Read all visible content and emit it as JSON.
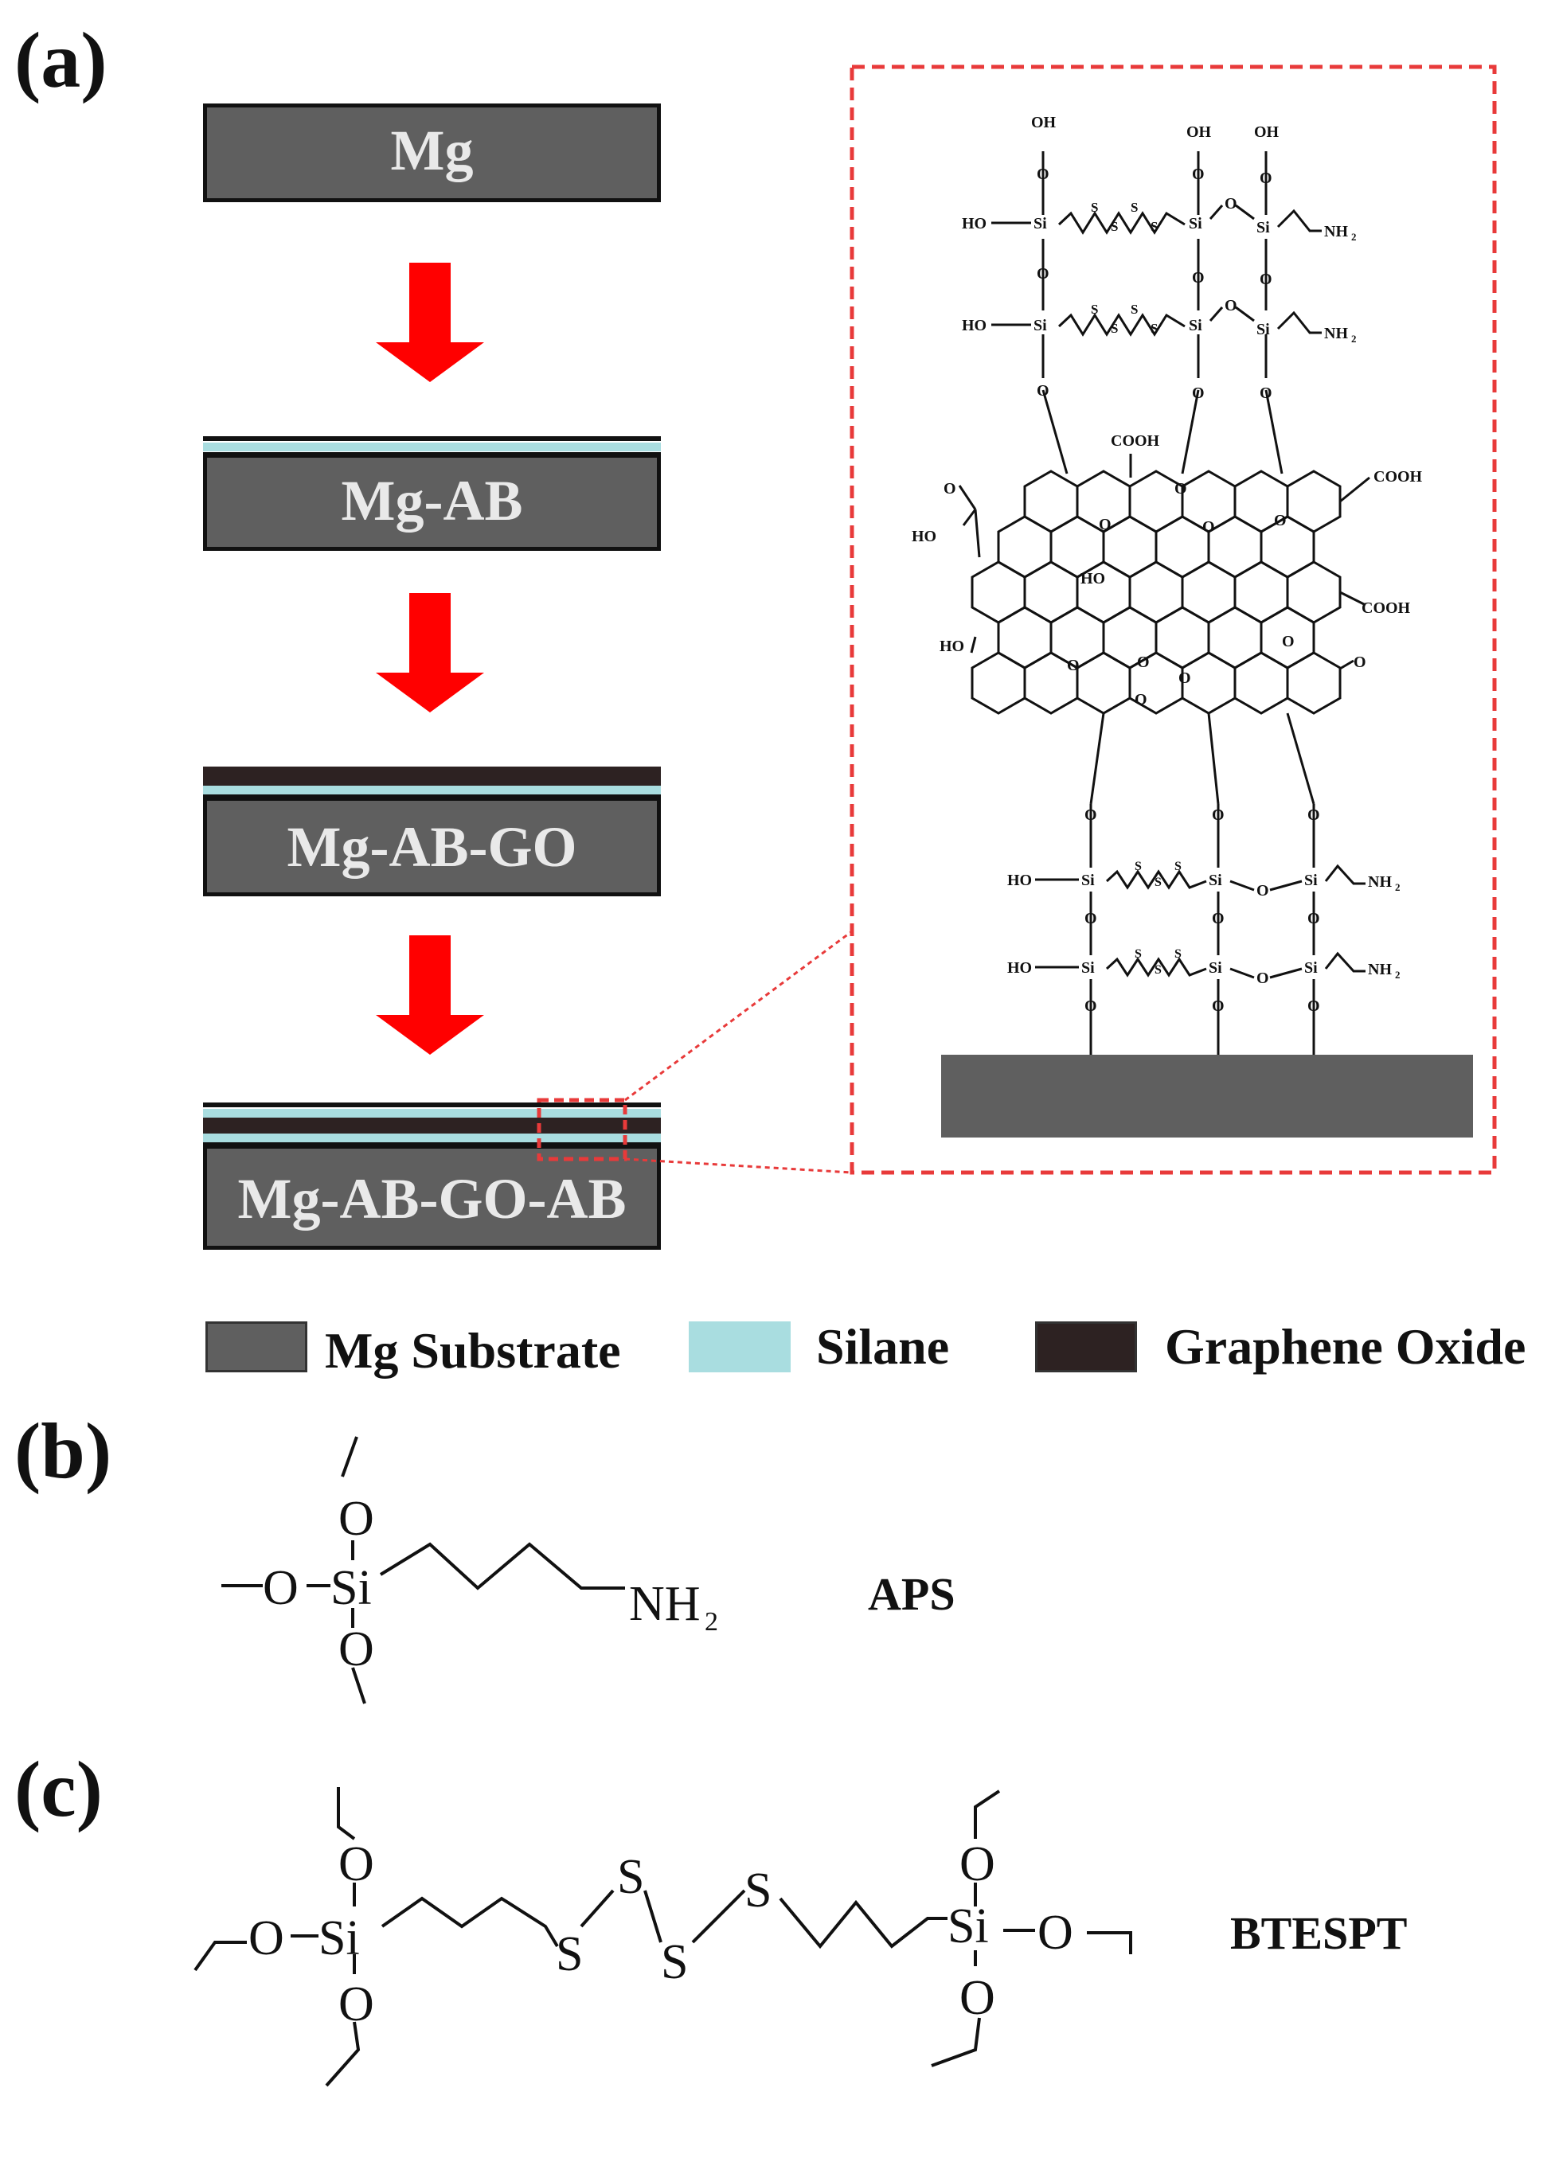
{
  "panels": {
    "a": "(a)",
    "b": "(b)",
    "c": "(c)"
  },
  "stack_labels": [
    "Mg",
    "Mg-AB",
    "Mg-AB-GO",
    "Mg-AB-GO-AB"
  ],
  "legend": [
    {
      "label": "Mg Substrate",
      "color": "#5f5f5f"
    },
    {
      "label": "Silane",
      "color": "#a9dde0"
    },
    {
      "label": "Graphene Oxide",
      "color": "#2d2222"
    }
  ],
  "molecules": {
    "aps": "APS",
    "btespt": "BTESPT"
  },
  "atoms": {
    "oh": "OH",
    "ho": "HO",
    "o": "O",
    "si": "Si",
    "s": "S",
    "nh": "NH",
    "sub2": "2",
    "cooh": "COOH"
  },
  "colors": {
    "arrow": "#ff0000",
    "zoom_box": "#e83a3a",
    "substrate": "#5f5f5f",
    "silane": "#a9dde0",
    "graphene_oxide": "#2d2222"
  }
}
